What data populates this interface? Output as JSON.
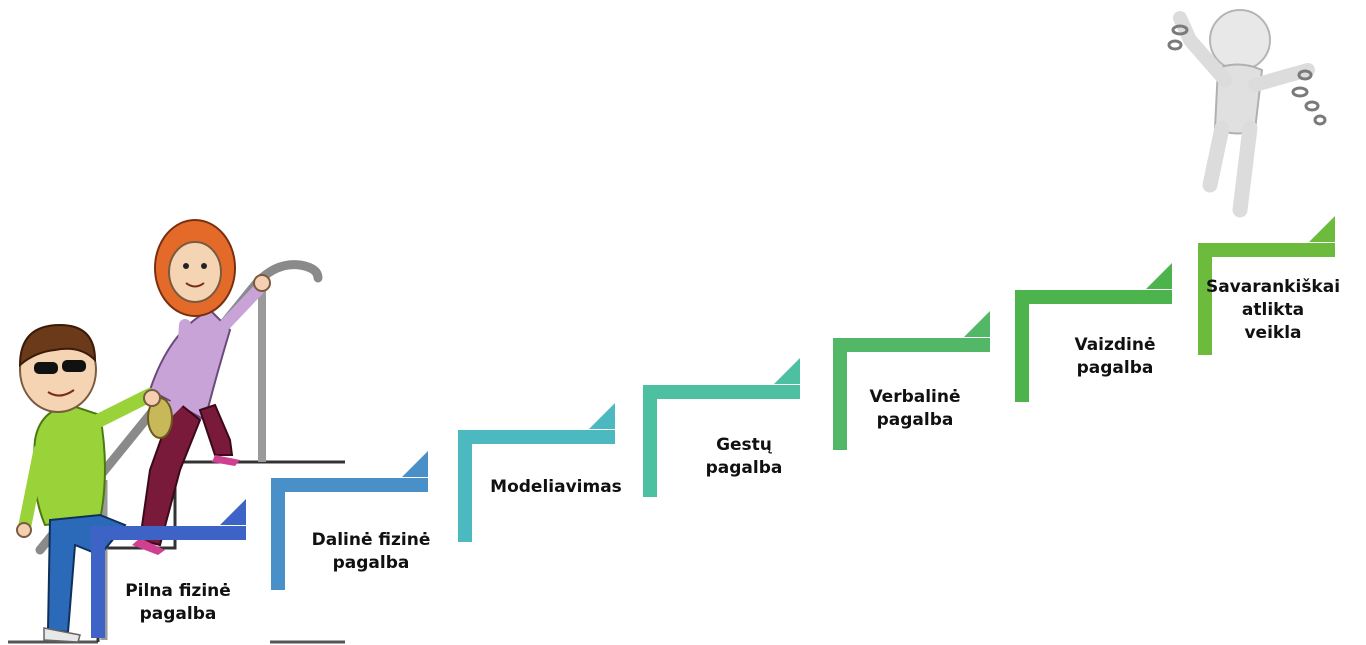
{
  "diagram": {
    "steps": [
      {
        "id": "step-1",
        "lines": [
          "Pilna fizinė",
          "pagalba"
        ],
        "color": "#3d63c6"
      },
      {
        "id": "step-2",
        "lines": [
          "Dalinė fizinė",
          "pagalba"
        ],
        "color": "#4a90c8"
      },
      {
        "id": "step-3",
        "lines": [
          "Modeliavimas"
        ],
        "color": "#4cb8c0"
      },
      {
        "id": "step-4",
        "lines": [
          "Gestų",
          "pagalba"
        ],
        "color": "#4cc0a0"
      },
      {
        "id": "step-5",
        "lines": [
          "Verbalinė",
          "pagalba"
        ],
        "color": "#52b868"
      },
      {
        "id": "step-6",
        "lines": [
          "Vaizdinė",
          "pagalba"
        ],
        "color": "#4db34c"
      },
      {
        "id": "step-7",
        "lines": [
          "Savarankiškai",
          "atlikta",
          "veikla"
        ],
        "color": "#6cbb3c"
      }
    ]
  }
}
